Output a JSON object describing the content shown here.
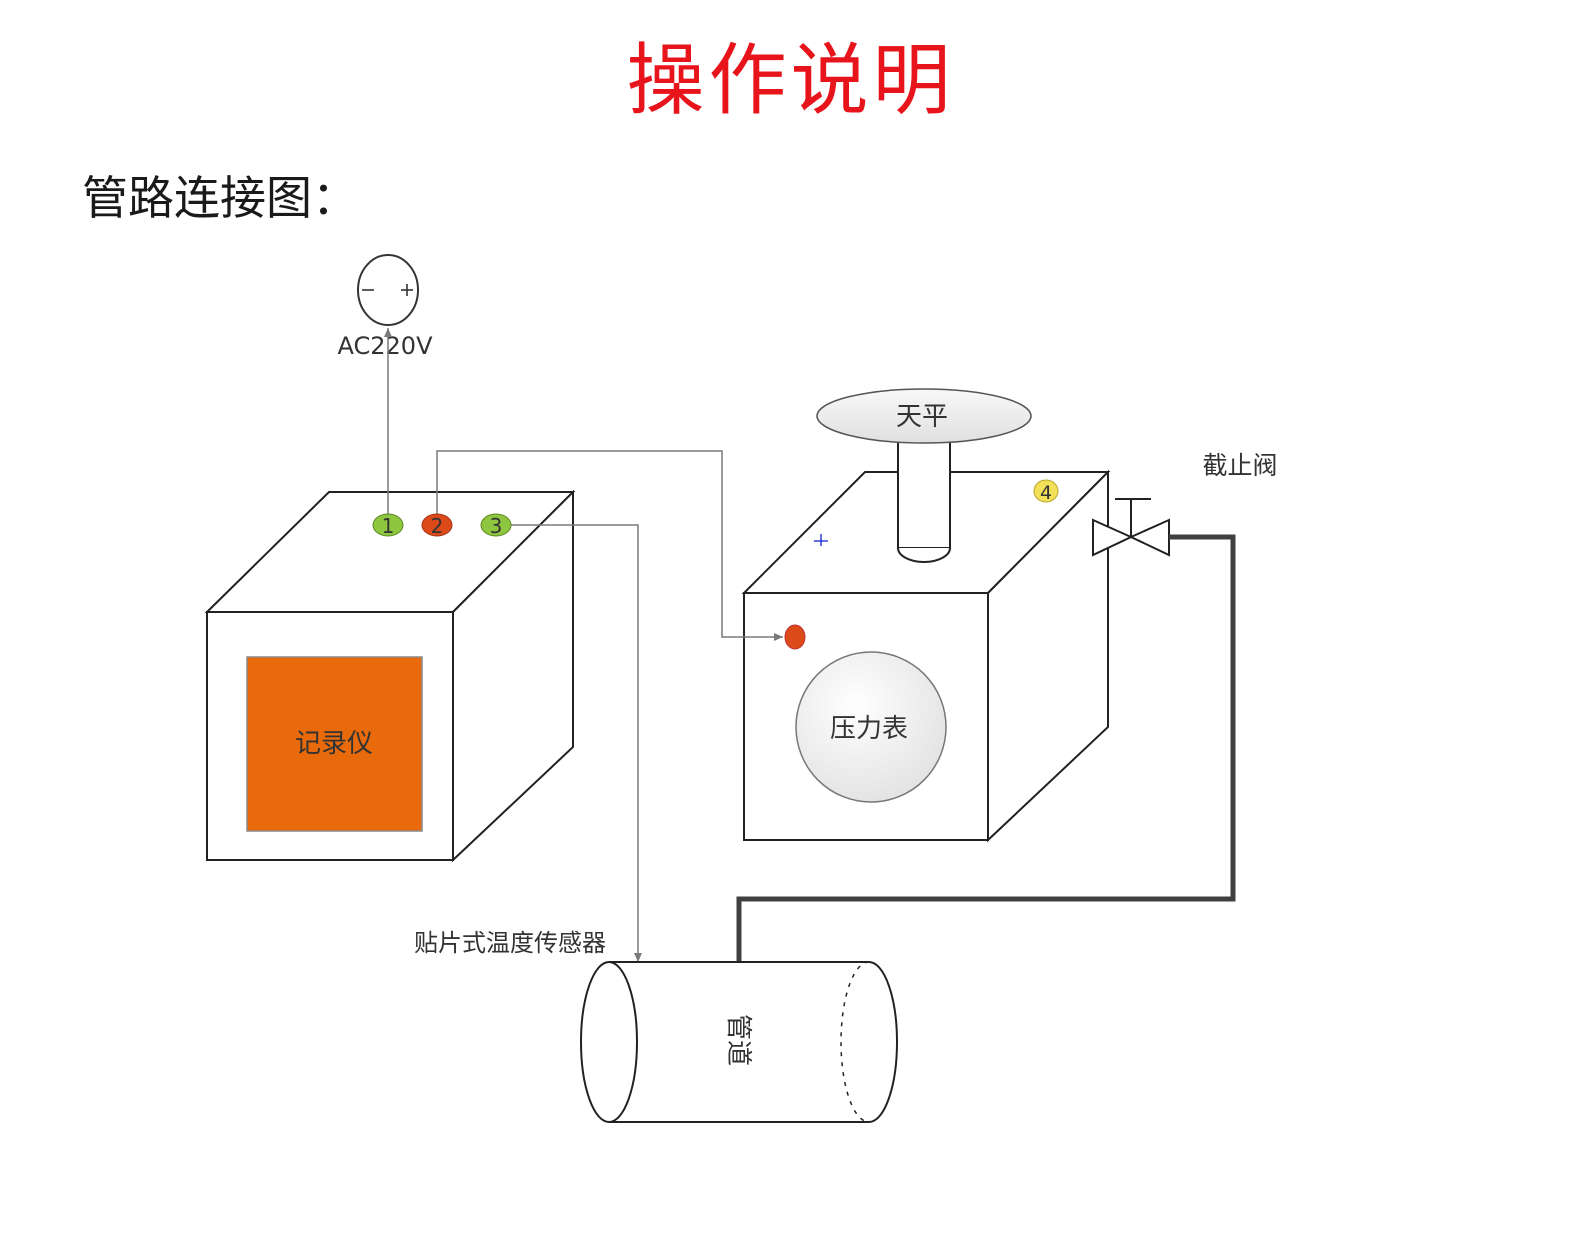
{
  "title": "操作说明",
  "subtitle": "管路连接图：",
  "labels": {
    "power": "AC220V",
    "recorder": "记录仪",
    "balance": "天平",
    "pressure_gauge": "压力表",
    "stop_valve": "截止阀",
    "temp_sensor": "贴片式温度传感器",
    "pipe": "管道"
  },
  "terminals": [
    {
      "label": "1",
      "color": "#8fc640"
    },
    {
      "label": "2",
      "color": "#dd4a1a"
    },
    {
      "label": "3",
      "color": "#8fc640"
    },
    {
      "label": "4",
      "color": "#f2e05a"
    }
  ],
  "colors": {
    "title": "#e8141c",
    "recorder_fill": "#e86a0a",
    "port_red": "#dd4a1a",
    "line_gray": "#7a7a7a",
    "pipe_dark": "#404040"
  }
}
